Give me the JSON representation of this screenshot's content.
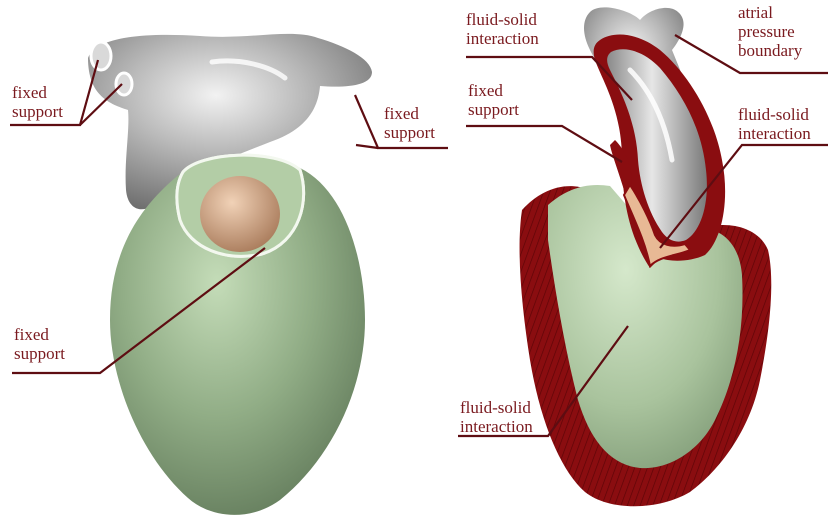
{
  "colors": {
    "label_text": "#7a1a1f",
    "leader_line": "#5e0d12",
    "ventricle_green": "#9bb98f",
    "atrium_gray": "#a4a4a4",
    "myocardium_section": "#8a0d10",
    "valve_tan": "#e4b48f"
  },
  "left_panel": {
    "labels": [
      {
        "lines": [
          "fixed",
          "support"
        ]
      },
      {
        "lines": [
          "fixed",
          "support"
        ]
      },
      {
        "lines": [
          "fixed",
          "support"
        ]
      }
    ]
  },
  "right_panel": {
    "labels": [
      {
        "lines": [
          "fluid-solid",
          "interaction"
        ]
      },
      {
        "lines": [
          "atrial",
          "pressure",
          "boundary"
        ]
      },
      {
        "lines": [
          "fixed",
          "support"
        ]
      },
      {
        "lines": [
          "fluid-solid",
          "interaction"
        ]
      },
      {
        "lines": [
          "fluid-solid",
          "interaction"
        ]
      }
    ]
  }
}
